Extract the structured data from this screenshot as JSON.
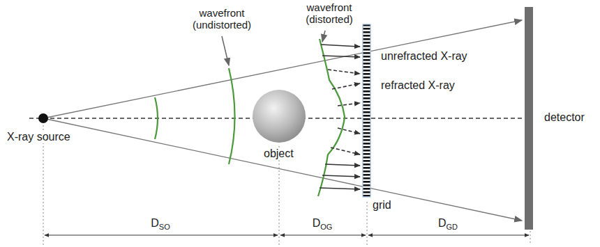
{
  "diagram": {
    "labels": [
      "wavefront (undistorted)",
      "wavefront (distorted)",
      "unrefracted X-ray",
      "refracted X-ray",
      "X-ray source",
      "object",
      "grid",
      "detector",
      "DSO",
      "DOG",
      "DGD"
    ]
  }
}
